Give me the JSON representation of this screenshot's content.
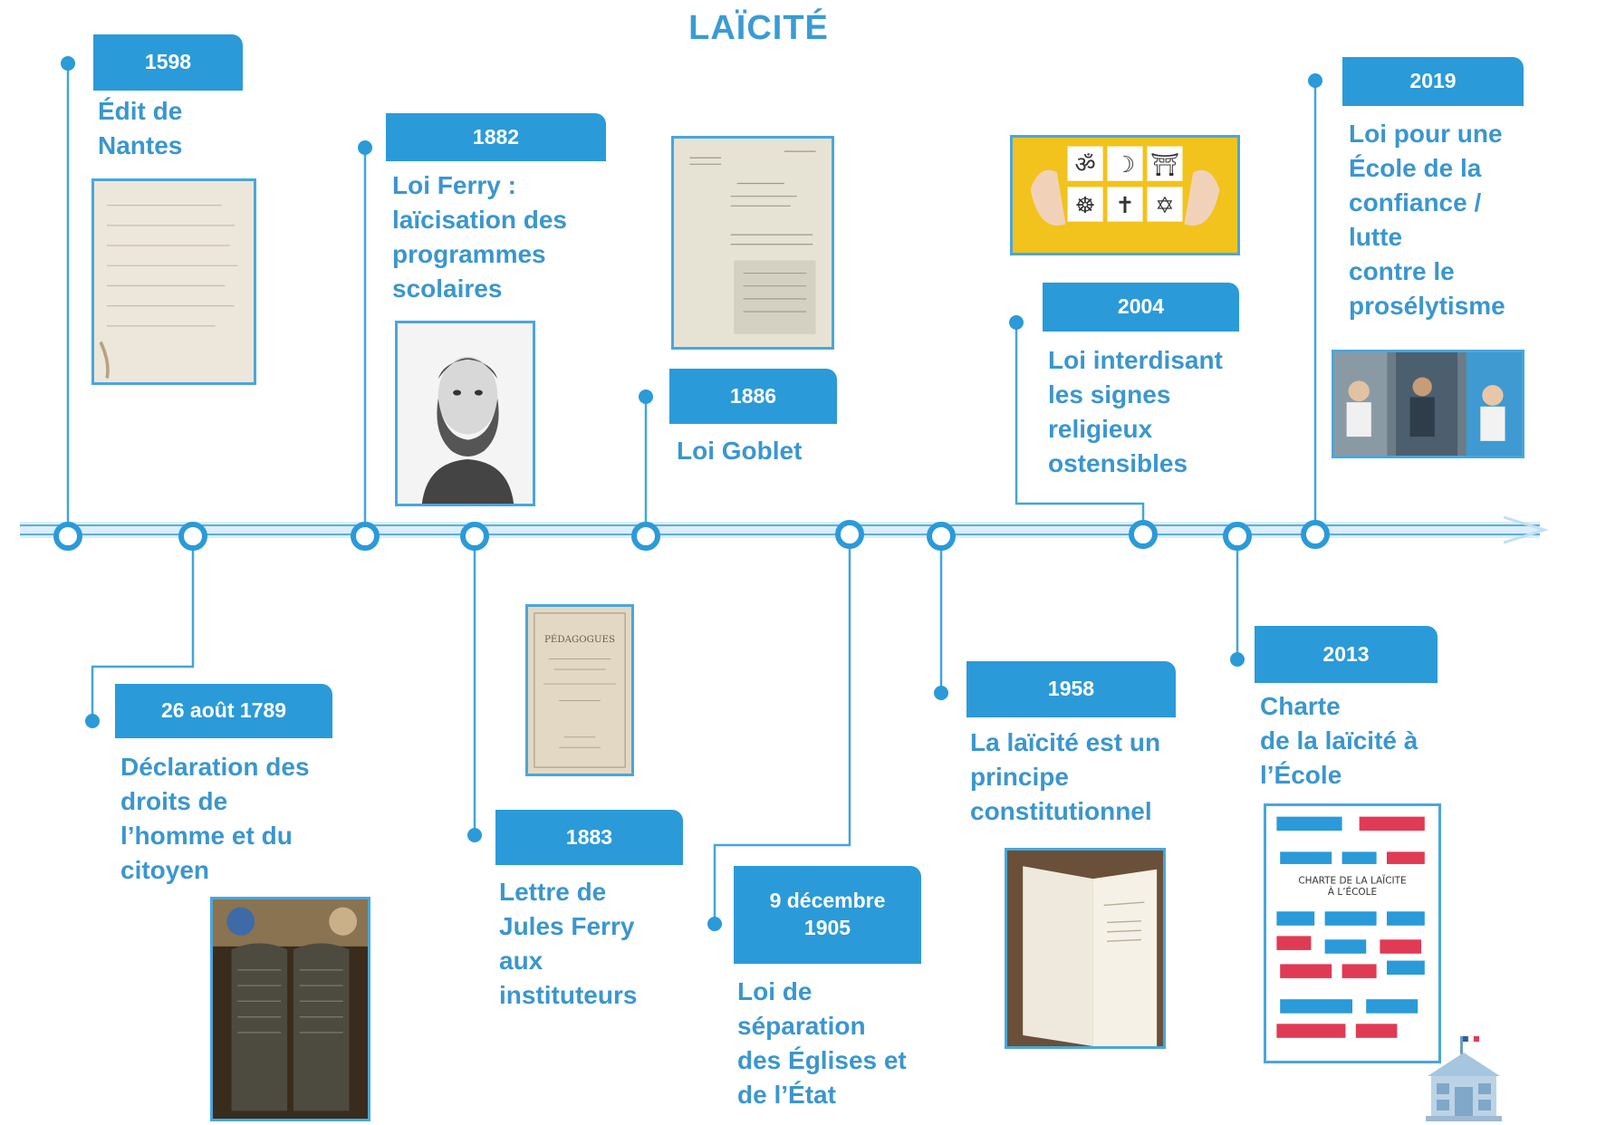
{
  "title": "LAÏCITÉ",
  "colors": {
    "accent": "#2b9ad8",
    "text": "#3b96cf",
    "line": "#5aafe0"
  },
  "events": [
    {
      "date": "1598",
      "label": "Édit de\nNantes",
      "image": "manuscript-document-image"
    },
    {
      "date": "26 août 1789",
      "label": "Déclaration des\ndroits de\nl’homme et du\ncitoyen",
      "image": "declaration-tablets-image"
    },
    {
      "date": "1882",
      "label": "Loi Ferry :\nlaïcisation des\nprogrammes\nscolaires",
      "image": "jules-ferry-portrait-image"
    },
    {
      "date": "1883",
      "label": "Lettre de\nJules Ferry\naux\ninstituteurs",
      "image": "pedagogues-book-cover-image"
    },
    {
      "date": "1886",
      "label": "Loi Goblet",
      "image": "law-document-image"
    },
    {
      "date": "9 décembre\n1905",
      "label": "Loi de\nséparation\ndes Églises et\nde l’État",
      "image": ""
    },
    {
      "date": "1958",
      "label": "La laïcité est un\nprincipe\nconstitutionnel",
      "image": "constitution-book-image"
    },
    {
      "date": "2004",
      "label": "Loi interdisant\nles signes\nreligieux\nostensibles",
      "image": "religious-symbols-image"
    },
    {
      "date": "2013",
      "label": "Charte\nde la laïcité à\nl’École",
      "image": "charte-laicite-poster-image"
    },
    {
      "date": "2019",
      "label": "Loi pour une\nÉcole de la\nconfiance /\nlutte\ncontre le\nprosélytisme",
      "image": "school-children-photo-image"
    }
  ],
  "charte_poster": {
    "heading": "CHARTE DE LA LAÏCITE\nÀ L’ÉCOLE"
  },
  "book_cover": {
    "heading": "PÉDAGOGUES"
  }
}
